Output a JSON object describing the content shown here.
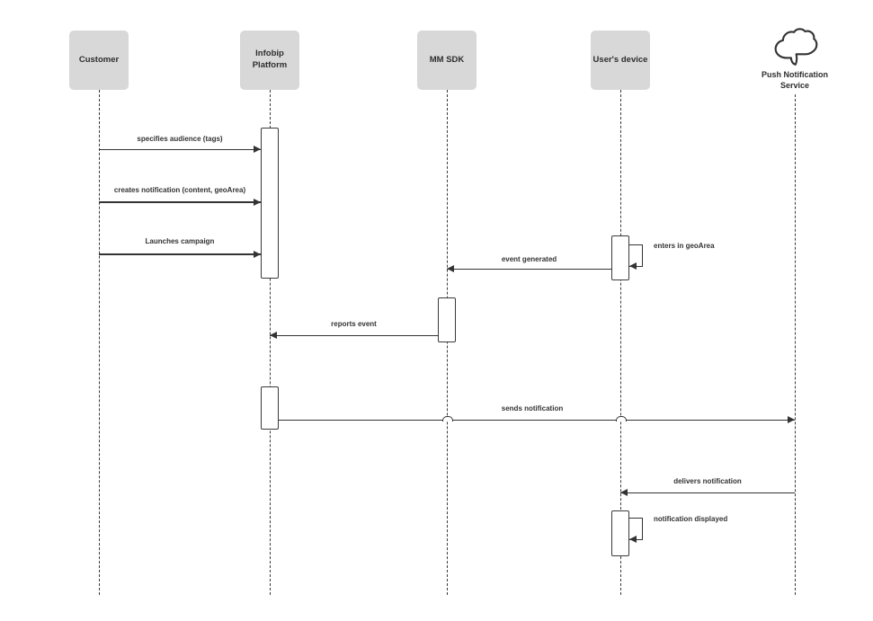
{
  "diagram": {
    "type": "uml-sequence-diagram",
    "background": "#ffffff"
  },
  "colors": {
    "actor_fill": "#d8d8d8",
    "line": "#333333",
    "text": "#2e2e2e"
  },
  "icons": {
    "push_service_icon": "cloud-icon"
  },
  "actors": [
    {
      "label": "Customer",
      "type": "box"
    },
    {
      "label": "Infobip Platform",
      "type": "box"
    },
    {
      "label": "MM SDK",
      "type": "box"
    },
    {
      "label": "User's device",
      "type": "box"
    },
    {
      "label": "Push Notification Service",
      "type": "cloud"
    }
  ],
  "messages": [
    {
      "label": "specifies audience (tags)",
      "from": "Customer",
      "to": "Infobip Platform",
      "self": false
    },
    {
      "label": "creates notification (content, geoArea)",
      "from": "Customer",
      "to": "Infobip Platform",
      "self": false
    },
    {
      "label": "Launches campaign",
      "from": "Customer",
      "to": "Infobip Platform",
      "self": false
    },
    {
      "label": "enters in geoArea",
      "from": "User's device",
      "to": "User's device",
      "self": true
    },
    {
      "label": "event generated",
      "from": "User's device",
      "to": "MM SDK",
      "self": false
    },
    {
      "label": "reports event",
      "from": "MM SDK",
      "to": "Infobip Platform",
      "self": false
    },
    {
      "label": "sends notification",
      "from": "Infobip Platform",
      "to": "Push Notification Service",
      "self": false
    },
    {
      "label": "delivers notification",
      "from": "Push Notification Service",
      "to": "User's device",
      "self": false
    },
    {
      "label": "notification displayed",
      "from": "User's device",
      "to": "User's device",
      "self": true
    }
  ]
}
